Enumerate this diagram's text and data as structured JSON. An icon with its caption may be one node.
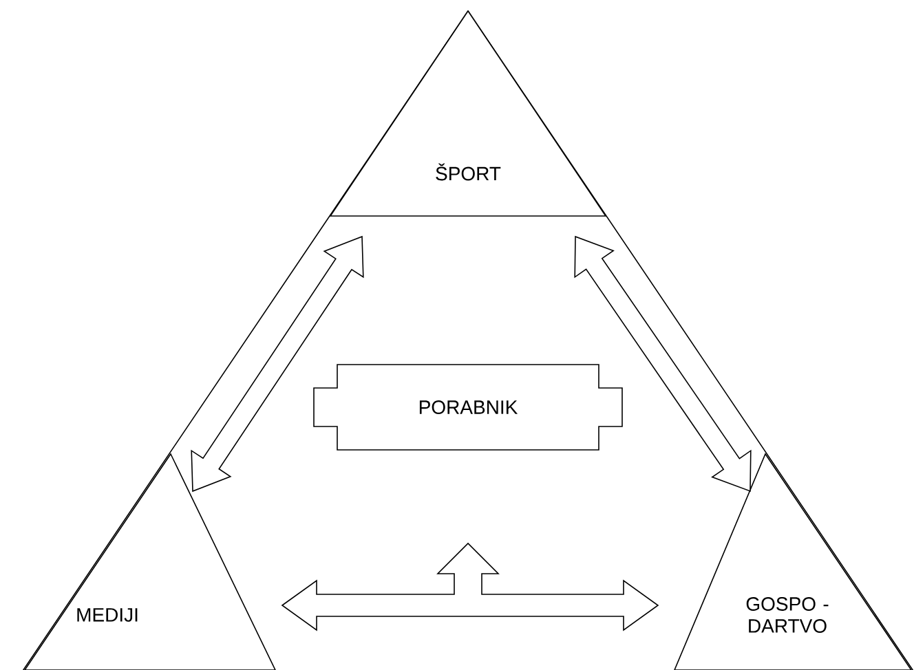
{
  "diagram": {
    "nodes": [
      {
        "text": [
          "ŠPORT"
        ]
      },
      {
        "text": [
          "PORABNIK"
        ]
      },
      {
        "text": [
          "MEDIJI"
        ]
      },
      {
        "text": [
          "GOSPO - DARTVO"
        ]
      }
    ],
    "edges": [
      {
        "from": 0,
        "to": 2,
        "arrow": "both"
      },
      {
        "from": 0,
        "to": 3,
        "arrow": "both"
      },
      {
        "from": 2,
        "to": 3,
        "arrow": "both"
      },
      {
        "from": 2,
        "to": 1,
        "arrow": "both"
      },
      {
        "from": 3,
        "to": 1,
        "arrow": "both"
      }
    ]
  }
}
